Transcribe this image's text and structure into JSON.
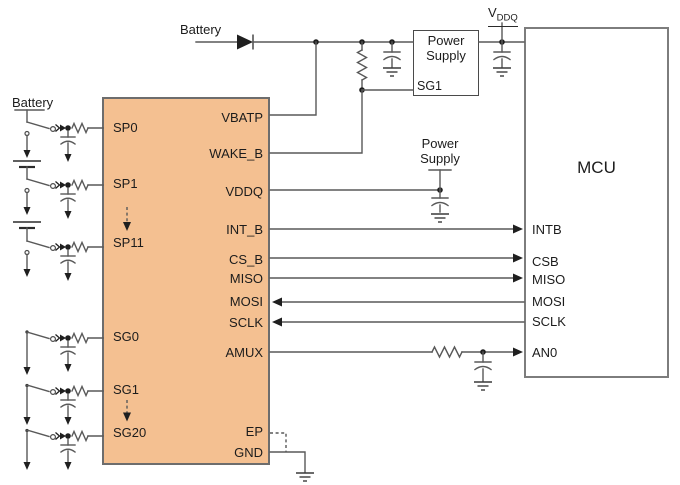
{
  "nets": {
    "battery_top": "Battery",
    "battery_left": "Battery",
    "vddq_prefix": "V",
    "vddq_sub": "DDQ"
  },
  "chip": {
    "left_pins": [
      "SP0",
      "SP1",
      "SP11",
      "SG0",
      "SG1",
      "SG20"
    ],
    "right_pins": [
      "VBATP",
      "WAKE_B",
      "VDDQ",
      "INT_B",
      "CS_B",
      "MISO",
      "MOSI",
      "SCLK",
      "AMUX",
      "EP",
      "GND"
    ]
  },
  "power_supply_box": {
    "line1": "Power",
    "line2": "Supply",
    "pin_label": "SG1"
  },
  "power_supply_2": {
    "line1": "Power",
    "line2": "Supply"
  },
  "mcu": {
    "label": "MCU",
    "pins": [
      "INTB",
      "CSB",
      "MISO",
      "MOSI",
      "SCLK",
      "AN0"
    ]
  },
  "colors": {
    "chip_fill": "#f4c091",
    "chip_border": "#6d6d6d",
    "box_border": "#7d7d7d",
    "wire": "#595959",
    "text": "#1c1c1c"
  },
  "symbols": {
    "diode": "filled right-pointing triangle with cathode bar",
    "resistor": "zigzag",
    "capacitor": "flat plate over curved plate",
    "earth_ground": "three stacked shrinking lines",
    "arrow_ground": "filled downward arrow",
    "switch": "angled blade with open circle contact",
    "battery_cell": "long thin plate over short thick plate",
    "junction": "filled dot"
  }
}
